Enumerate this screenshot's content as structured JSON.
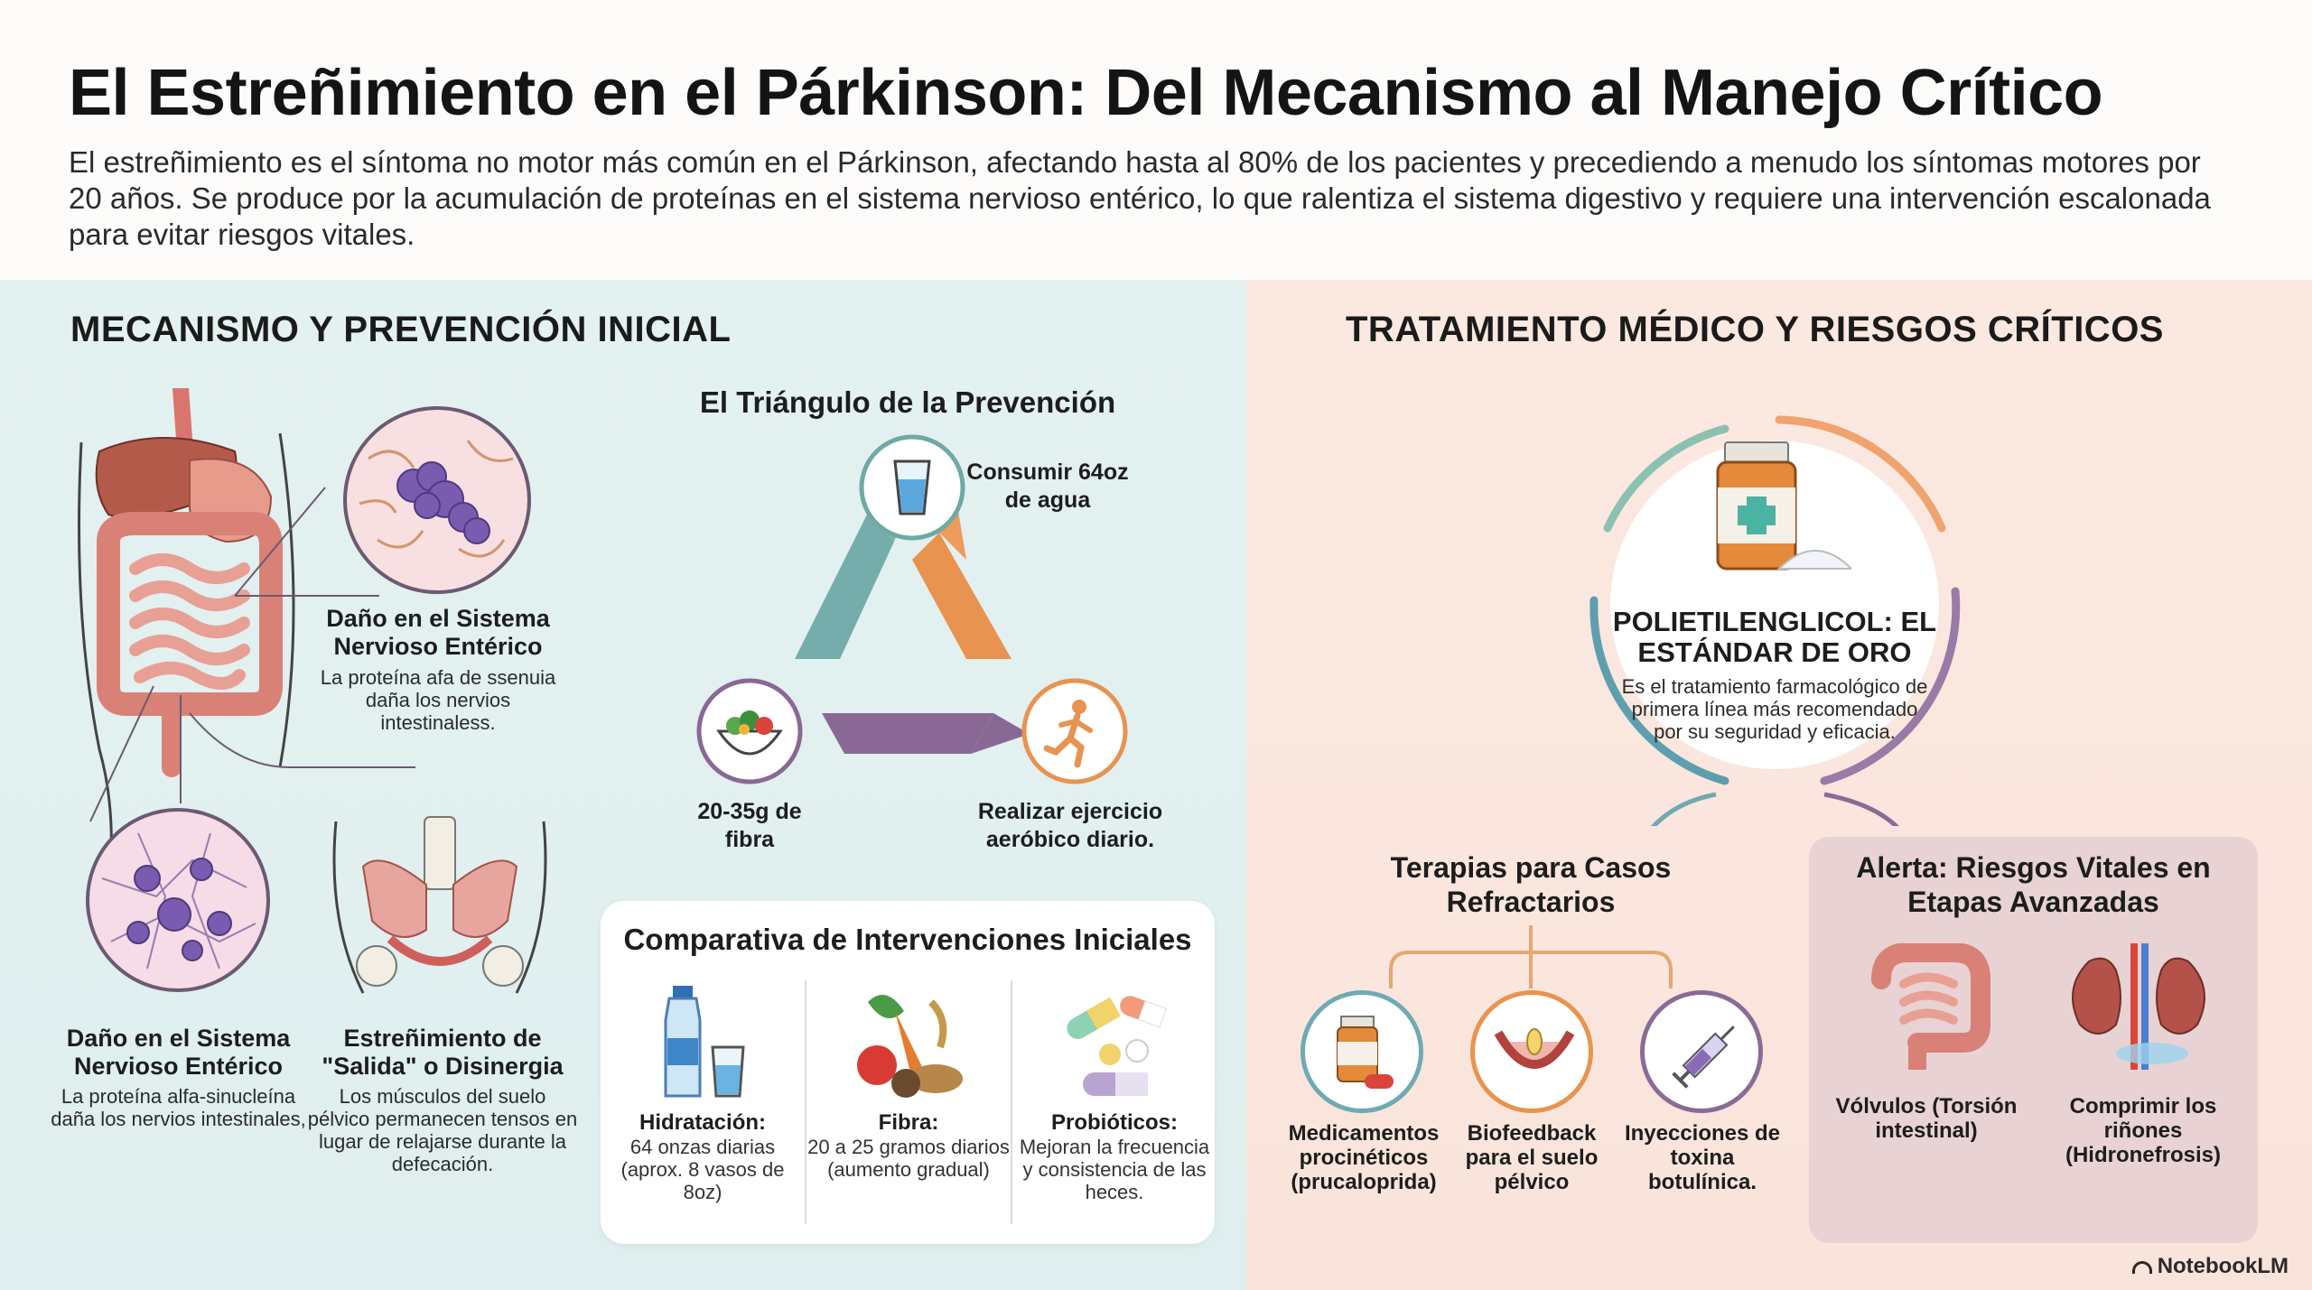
{
  "header": {
    "title": "El Estreñimiento en el Párkinson: Del Mecanismo al Manejo Crítico",
    "intro": "El estreñimiento es el síntoma no motor más común en el Párkinson, afectando hasta al 80% de los pacientes y precediendo a menudo los síntomas motores por 20 años. Se produce por la acumulación de proteínas en el sistema nervioso entérico, lo que ralentiza el sistema digestivo y requiere una intervención escalonada para evitar riesgos vitales."
  },
  "left": {
    "section_title": "MECANISMO Y PREVENCIÓN INICIAL",
    "mechanism": [
      {
        "title": "Daño en el Sistema Nervioso Entérico",
        "text": "La proteína afa de ssenuia daña los nervios intestinaless."
      },
      {
        "title": "Daño en el Sistema Nervioso Entérico",
        "text": "La proteína alfa-sinucleína daña los nervios intestinales,"
      },
      {
        "title": "Estreñimiento de \"Salida\" o Disinergia",
        "text": "Los músculos del suelo pélvico permanecen tensos en lugar de relajarse durante la defecación."
      }
    ],
    "triangle": {
      "title": "El Triángulo de la Prevención",
      "water": "Consumir 64oz de agua",
      "fiber": "20-35g de fibra",
      "exercise": "Realizar ejercicio aeróbico diario."
    },
    "comparison": {
      "title": "Comparativa de Intervenciones Iniciales",
      "items": [
        {
          "title": "Hidratación:",
          "text": "64 onzas diarias (aprox. 8 vasos de 8oz)",
          "icon": "water-bottle-icon"
        },
        {
          "title": "Fibra:",
          "text": "20 a 25 gramos diarios (aumento gradual)",
          "icon": "vegetables-icon"
        },
        {
          "title": "Probióticos:",
          "text": "Mejoran la frecuencia y consistencia de las heces.",
          "icon": "capsules-icon"
        }
      ]
    }
  },
  "right": {
    "section_title": "TRATAMIENTO MÉDICO Y RIESGOS CRÍTICOS",
    "peg": {
      "title": "POLIETILENGLICOL: EL ESTÁNDAR DE ORO",
      "text": "Es el tratamiento farmacológico de primera línea más recomendado por su seguridad y eficacia."
    },
    "refractory": {
      "title": "Terapias para Casos Refractarios",
      "items": [
        {
          "label": "Medicamentos procinéticos (prucaloprida)",
          "icon": "pill-bottle-icon"
        },
        {
          "label": "Biofeedback para el suelo pélvico",
          "icon": "pelvic-floor-icon"
        },
        {
          "label": "Inyecciones de toxina botulínica.",
          "icon": "syringe-icon"
        }
      ]
    },
    "alert": {
      "title": "Alerta: Riesgos Vitales en Etapas Avanzadas",
      "items": [
        {
          "label": "Vólvulos (Torsión intestinal)",
          "icon": "intestine-icon"
        },
        {
          "label": "Comprimir los riñones (Hidronefrosis)",
          "icon": "kidneys-icon"
        }
      ]
    }
  },
  "watermark": "NotebookLM",
  "colors": {
    "left_bg": "#e4f1f1",
    "right_bg": "#fbe9e1",
    "teal": "#5e9fae",
    "green": "#73b59a",
    "orange": "#e8924e",
    "purple": "#8a6b96",
    "alert_bg": "#e8d2d4"
  }
}
